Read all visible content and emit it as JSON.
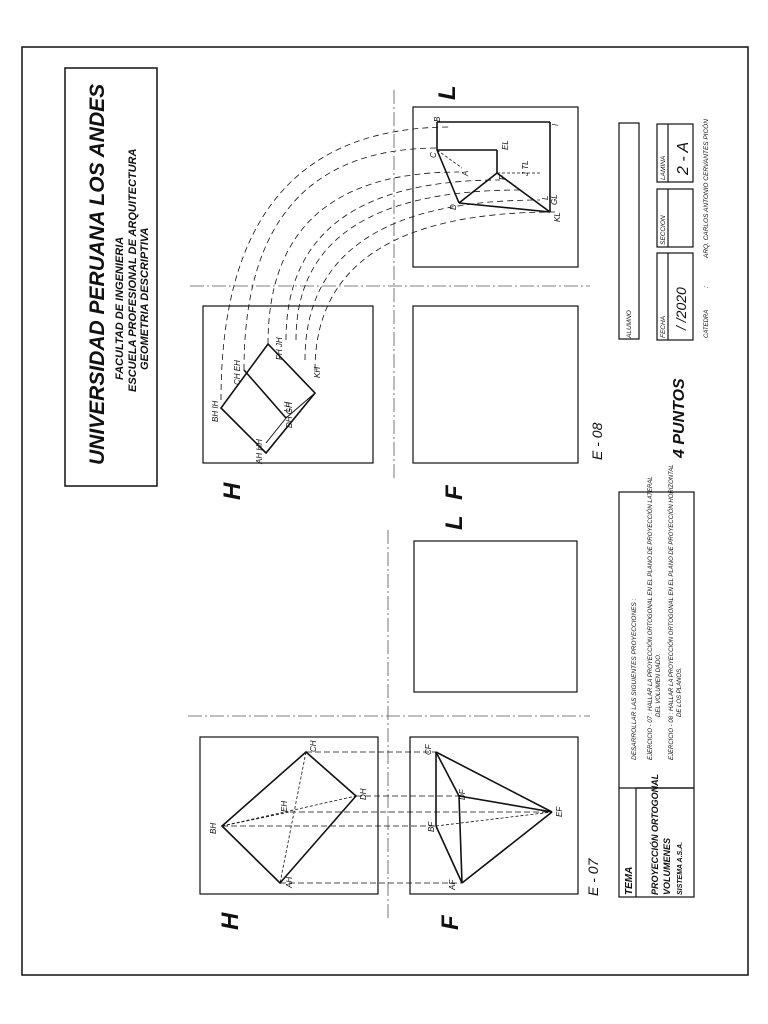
{
  "title": {
    "university": "UNIVERSIDAD  PERUANA LOS ANDES",
    "faculty": "FACULTAD DE INGENIERIA",
    "school": "ESCUELA  PROFESIONAL DE ARQUITECTURA",
    "course": "GEOMETRIA DESCRIPTIVA"
  },
  "views": {
    "h": "H",
    "f": "F",
    "l": "L"
  },
  "exercises": {
    "e07": "E - 07",
    "e08": "E - 08"
  },
  "points": {
    "e07_h": [
      "AH",
      "BH",
      "EH",
      "DH",
      "CH"
    ],
    "e07_f": [
      "AF",
      "BF",
      "DF",
      "CF",
      "EF"
    ],
    "e08_h": [
      "BH IH",
      "CH EH",
      "AH HH",
      "DH GH",
      "FH JH",
      "KH",
      "LH"
    ],
    "e08_l": [
      "B",
      "I",
      "C",
      "A",
      "EL",
      "F",
      "D",
      "J  TL",
      "L",
      "GL",
      "KL"
    ]
  },
  "title_block": {
    "tema_label": "TEMA",
    "tema": [
      "PROYECCIÓN ORTOGONAL",
      "VOLUMENES",
      "SISTEMA  A.S.A."
    ],
    "instructions": [
      "DESARROLLAR  LAS  SIGUIENTES  PROYECCIONES :",
      "EJERCICIO - 07 :  HALLAR LA PROYECCIÓN ORTOGONAL EN EL PLANO DE PROYECCIÓN LATERAL",
      "DEL VOLUMEN DADO.",
      "EJERCICIO - 08 :  HALLAR LA PROYECCIÓN ORTOGONAL EN EL PLANO DE PROYECCIÓN HORIZONTAL",
      "DE LOS PLANOS."
    ],
    "points": "4  PUNTOS",
    "alumno_label": "ALUMNO",
    "fecha_label": "FECHA",
    "fecha_value": "/   /2020",
    "seccion_label": "SECCION",
    "lamina_label": "LAMINA",
    "lamina_value": "2 - A",
    "catedra_label": "CATEDRA",
    "catedra_colon": ":",
    "professor": "ARQ. CARLOS ANTONIO CERVANTES PICÓN"
  }
}
